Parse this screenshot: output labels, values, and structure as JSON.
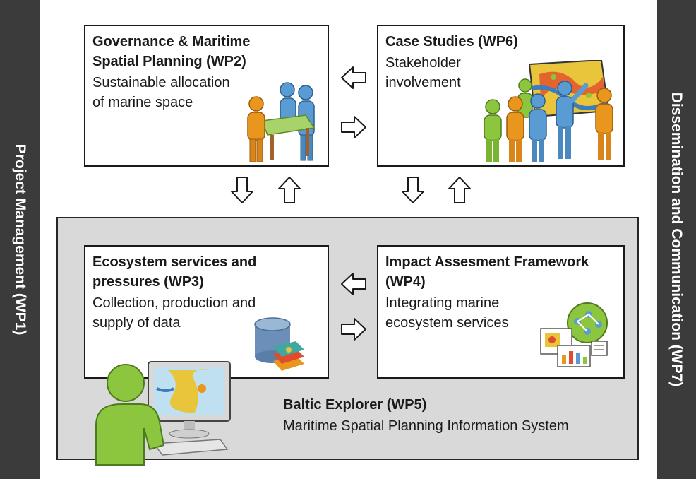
{
  "left_bar": {
    "label": "Project Management (WP1)"
  },
  "right_bar": {
    "label": "Dissemination and Communication (WP7)"
  },
  "wp2": {
    "title_line1": "Governance & Maritime",
    "title_line2": "Spatial Planning (WP2)",
    "desc_line1": "Sustainable allocation",
    "desc_line2": "of marine space"
  },
  "wp6": {
    "title_line1": "Case Studies (WP6)",
    "desc_line1": "Stakeholder",
    "desc_line2": "involvement"
  },
  "wp3": {
    "title_line1": "Ecosystem services and",
    "title_line2": "pressures (WP3)",
    "desc_line1": "Collection, production and",
    "desc_line2": "supply of data"
  },
  "wp4": {
    "title_line1": "Impact Assesment Framework",
    "title_line2": "(WP4)",
    "desc_line1": "Integrating marine",
    "desc_line2": "ecosystem services"
  },
  "wp5": {
    "title": "Baltic Explorer (WP5)",
    "desc": "Maritime Spatial Planning Information System"
  },
  "icons": [
    "people-at-table-icon",
    "stakeholders-map-icon",
    "database-layers-icon",
    "framework-documents-icon",
    "person-at-computer-icon"
  ],
  "colors": {
    "side_bar": "#3b3b3b",
    "panel": "#d9d9d9",
    "person_orange": "#e8961e",
    "person_blue": "#5a9bd4",
    "person_green": "#8cc63f"
  }
}
